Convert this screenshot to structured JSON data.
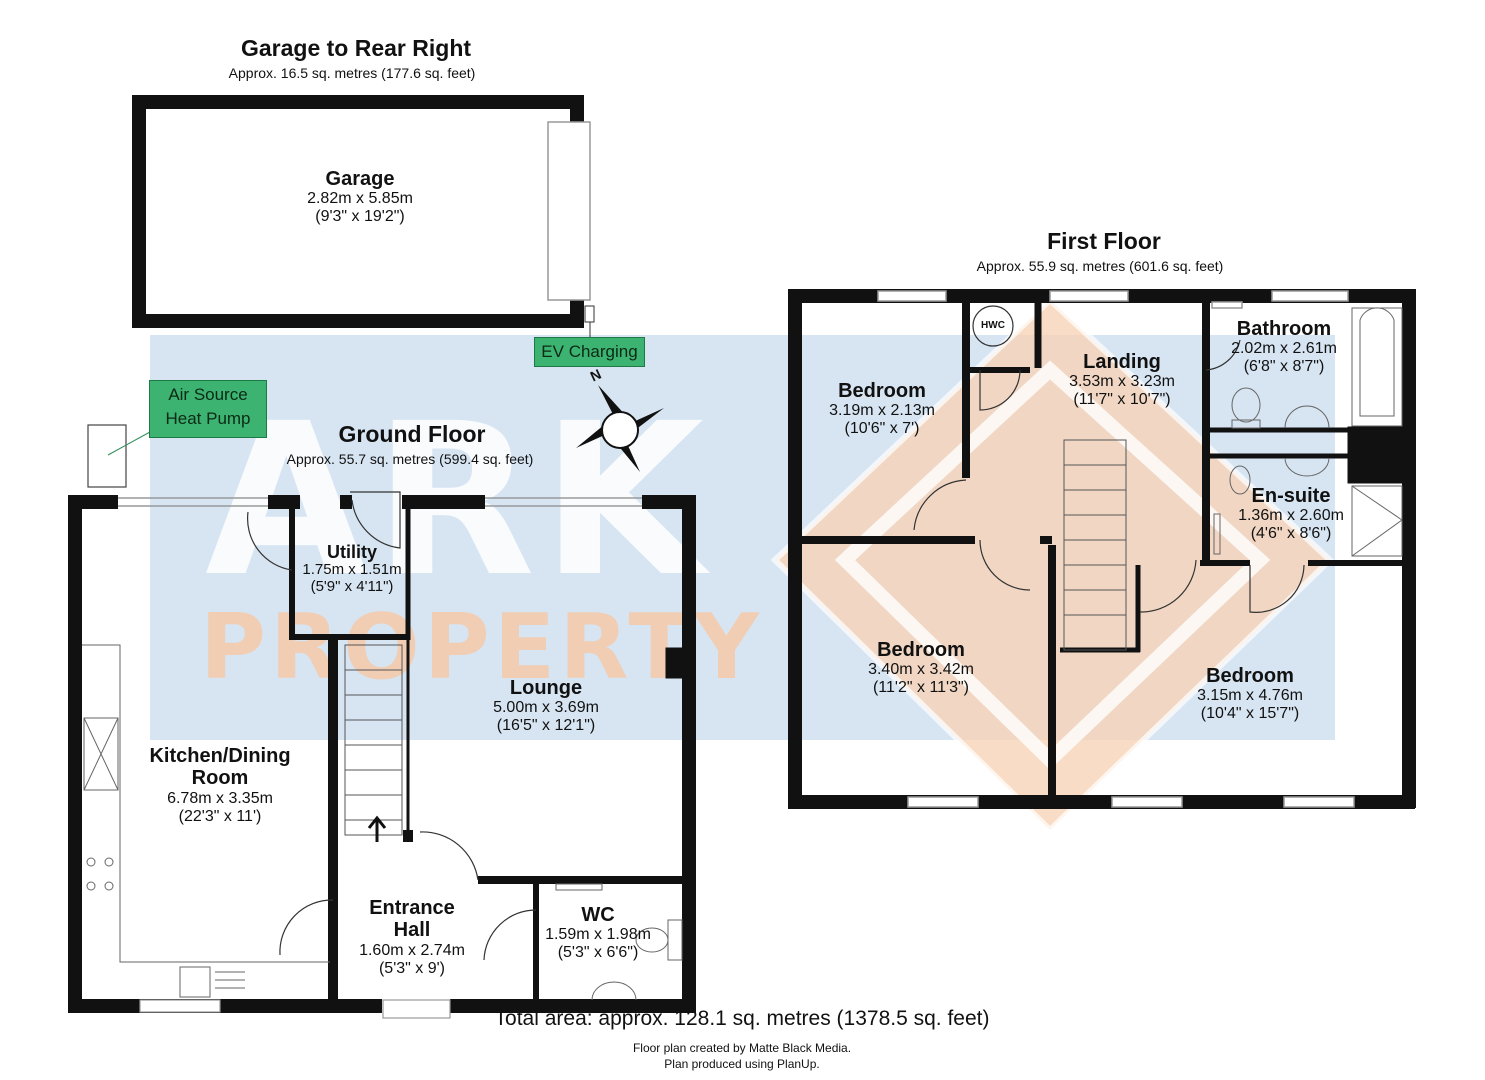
{
  "garage_section": {
    "title": "Garage to Rear Right",
    "area": "Approx. 16.5 sq. metres (177.6 sq. feet)",
    "room": {
      "name": "Garage",
      "metric": "2.82m x 5.85m",
      "imperial": "(9'3\" x 19'2\")"
    },
    "ev_label": "EV Charging"
  },
  "ground_floor": {
    "title": "Ground Floor",
    "area": "Approx. 55.7 sq. metres (599.4 sq. feet)",
    "heat_pump_label": "Air Source Heat Pump",
    "rooms": {
      "utility": {
        "name": "Utility",
        "metric": "1.75m x 1.51m",
        "imperial": "(5'9\" x 4'11\")"
      },
      "lounge": {
        "name": "Lounge",
        "metric": "5.00m x 3.69m",
        "imperial": "(16'5\" x 12'1\")"
      },
      "kitchen": {
        "name_line1": "Kitchen/Dining",
        "name_line2": "Room",
        "metric": "6.78m x 3.35m",
        "imperial": "(22'3\" x 11')"
      },
      "entrance": {
        "name_line1": "Entrance",
        "name_line2": "Hall",
        "metric": "1.60m x 2.74m",
        "imperial": "(5'3\" x 9')"
      },
      "wc": {
        "name": "WC",
        "metric": "1.59m x 1.98m",
        "imperial": "(5'3\" x 6'6\")"
      }
    }
  },
  "first_floor": {
    "title": "First Floor",
    "area": "Approx. 55.9 sq. metres (601.6 sq. feet)",
    "hwc_label": "HWC",
    "rooms": {
      "bedroom_small": {
        "name": "Bedroom",
        "metric": "3.19m x 2.13m",
        "imperial": "(10'6\" x 7')"
      },
      "landing": {
        "name": "Landing",
        "metric": "3.53m x 3.23m",
        "imperial": "(11'7\" x 10'7\")"
      },
      "bathroom": {
        "name": "Bathroom",
        "metric": "2.02m x 2.61m",
        "imperial": "(6'8\" x 8'7\")"
      },
      "ensuite": {
        "name": "En-suite",
        "metric": "1.36m x 2.60m",
        "imperial": "(4'6\" x 8'6\")"
      },
      "bedroom_mid": {
        "name": "Bedroom",
        "metric": "3.40m x 3.42m",
        "imperial": "(11'2\" x 11'3\")"
      },
      "bedroom_large": {
        "name": "Bedroom",
        "metric": "3.15m x 4.76m",
        "imperial": "(10'4\" x 15'7\")"
      }
    }
  },
  "compass": {
    "north_label": "N"
  },
  "watermark": {
    "line1": "ARK",
    "line2": "PROPERTY"
  },
  "footer": {
    "total": "Total area: approx. 128.1 sq. metres (1378.5 sq. feet)",
    "credit_line1": "Floor plan created by Matte Black Media.",
    "credit_line2": "Plan produced using PlanUp."
  },
  "colors": {
    "wall": "#111111",
    "watermark_blue": "#aec9e4",
    "watermark_orange": "#f5c9a8",
    "tag_green": "#3cb371"
  }
}
